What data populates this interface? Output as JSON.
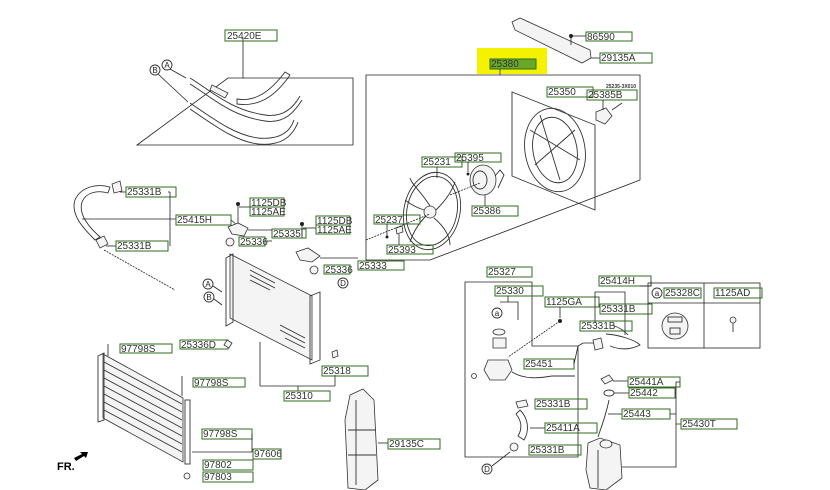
{
  "highlight_color": "#f5f200",
  "label_border_color": "#2f6b1f",
  "label_fill_highlight": "#6aa82a",
  "highlighted_part": "25380",
  "orientation_label": "FR.",
  "callouts": {
    "A": "A",
    "B": "B",
    "D": "D",
    "a": "a"
  },
  "tiny_note": "25235-3X010",
  "labels": {
    "p25420E": "25420E",
    "p86590": "86590",
    "p29135A": "29135A",
    "p25380": "25380",
    "p25350": "25350",
    "p25385B": "25385B",
    "p25395": "25395",
    "p25231": "25231",
    "p25386": "25386",
    "p25237": "25237",
    "p25393": "25393",
    "p25331B_top": "25331B",
    "p25415H": "25415H",
    "p25331B_left": "25331B",
    "p1125DB_a": "1125DB",
    "p1125AE_a": "1125AE",
    "p25335": "25335",
    "p25336_a": "25336",
    "p1125DB_b": "1125DB",
    "p1125AE_b": "1125AE",
    "p25333": "25333",
    "p25336_b": "25336",
    "p25336D": "25336D",
    "p25318": "25318",
    "p25310": "25310",
    "p97798S_a": "97798S",
    "p97798S_b": "97798S",
    "p97798S_c": "97798S",
    "p97606": "97606",
    "p97802": "97802",
    "p97803": "97803",
    "p29135C": "29135C",
    "p25327": "25327",
    "p25330": "25330",
    "p1125GA": "1125GA",
    "p25414H": "25414H",
    "p25331B_r1": "25331B",
    "p25331B_r2": "25331B",
    "p25451": "25451",
    "p25331B_r3": "25331B",
    "p25411A": "25411A",
    "p25331B_r4": "25331B",
    "p25441A": "25441A",
    "p25442": "25442",
    "p25443": "25443",
    "p25430T": "25430T",
    "p25328C": "25328C",
    "p1125AD": "1125AD"
  }
}
